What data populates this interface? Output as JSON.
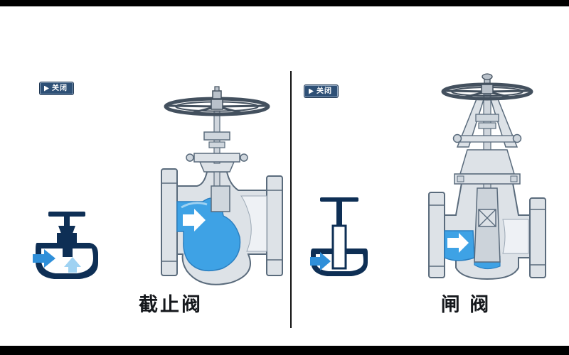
{
  "canvas": {
    "background": "#ffffff",
    "bar_color": "#000000"
  },
  "colors": {
    "fluid_blue": "#3ea2e5",
    "fluid_blue_dark": "#2b7fc0",
    "fluid_blue_light": "#9fd2f2",
    "metal_gray": "#dde2e7",
    "metal_gray_dark": "#cfd6dd",
    "metal_outline": "#5a6b7c",
    "icon_navy": "#0e2f55",
    "badge_background": "#2e5076",
    "badge_text": "#ffffff",
    "caption_color": "#15181c"
  },
  "left_panel": {
    "badge": {
      "label": "关闭"
    },
    "small_icon": "globe-valve-symbol",
    "diagram": "globe-valve-cross-section",
    "caption": "截止阀"
  },
  "right_panel": {
    "badge": {
      "label": "关闭"
    },
    "small_icon": "gate-valve-symbol",
    "diagram": "gate-valve-cross-section",
    "caption": "闸 阀"
  }
}
